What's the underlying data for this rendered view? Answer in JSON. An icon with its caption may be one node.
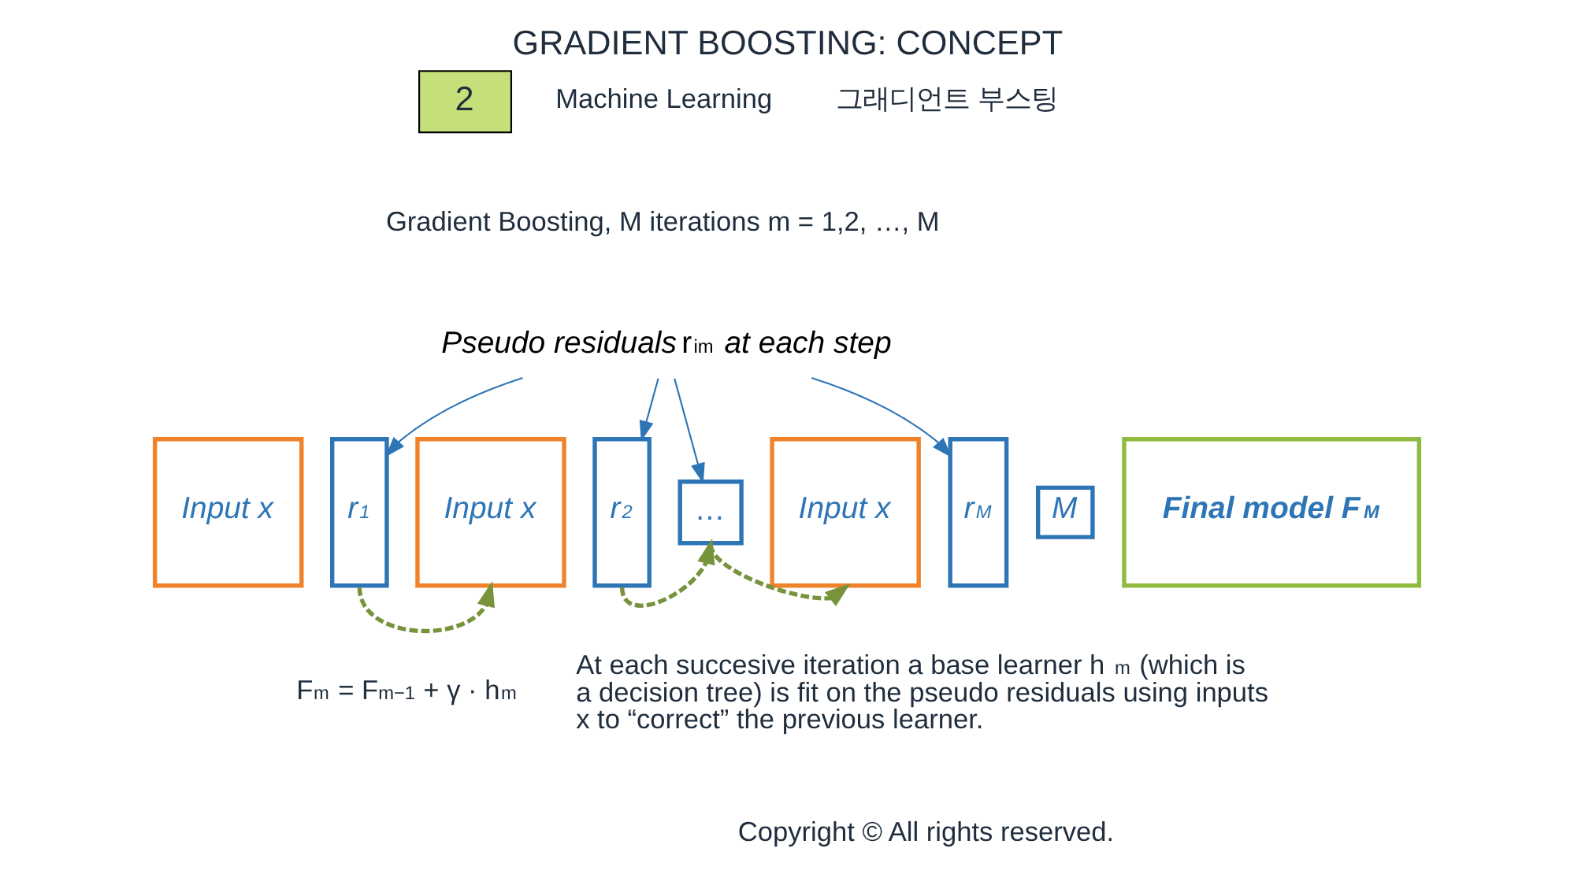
{
  "diagram": {
    "title": "GRADIENT BOOSTING: CONCEPT",
    "nodes": [
      {
        "text": [
          "*Pseudo residuals* r$_{im}$ *at each step*"
        ]
      },
      {
        "text": [
          "Input x"
        ]
      },
      {
        "text": [
          "r$_{1}$"
        ]
      },
      {
        "text": [
          "Input x"
        ]
      },
      {
        "text": [
          "r$_{2}$"
        ]
      },
      {
        "text": [
          "…"
        ]
      },
      {
        "text": [
          "Input x"
        ]
      },
      {
        "text": [
          "r$_{M}$"
        ]
      },
      {
        "text": [
          "M"
        ]
      },
      {
        "text": [
          "Final model F$_{M}$"
        ]
      }
    ],
    "edges": [
      {
        "from": 0,
        "to": 2,
        "arrow": "to"
      },
      {
        "from": 0,
        "to": 4,
        "arrow": "to"
      },
      {
        "from": 0,
        "to": 5,
        "arrow": "to"
      },
      {
        "from": 0,
        "to": 7,
        "arrow": "to"
      },
      {
        "from": 2,
        "to": 3,
        "arrow": "to",
        "style": "dashed",
        "color": "#77933c"
      },
      {
        "from": 4,
        "to": 5,
        "arrow": "to",
        "style": "dashed",
        "color": "#77933c"
      },
      {
        "from": 5,
        "to": 6,
        "arrow": "to",
        "style": "dashed",
        "color": "#77933c"
      }
    ],
    "labels": [
      "2",
      "Machine Learning",
      "그래디언트 부스팅",
      "Gradient Boosting, M iterations m = 1,2, …, M",
      "F$_{m}$ = F$_{m−1}$ + γ · h$_{m}$",
      "At each succesive iteration a base learner h$_{m}$ (which is a decision tree) is fit on the pseudo residuals using inputs x to “correct” the previous learner.",
      "Copyright © All rights reserved."
    ]
  }
}
